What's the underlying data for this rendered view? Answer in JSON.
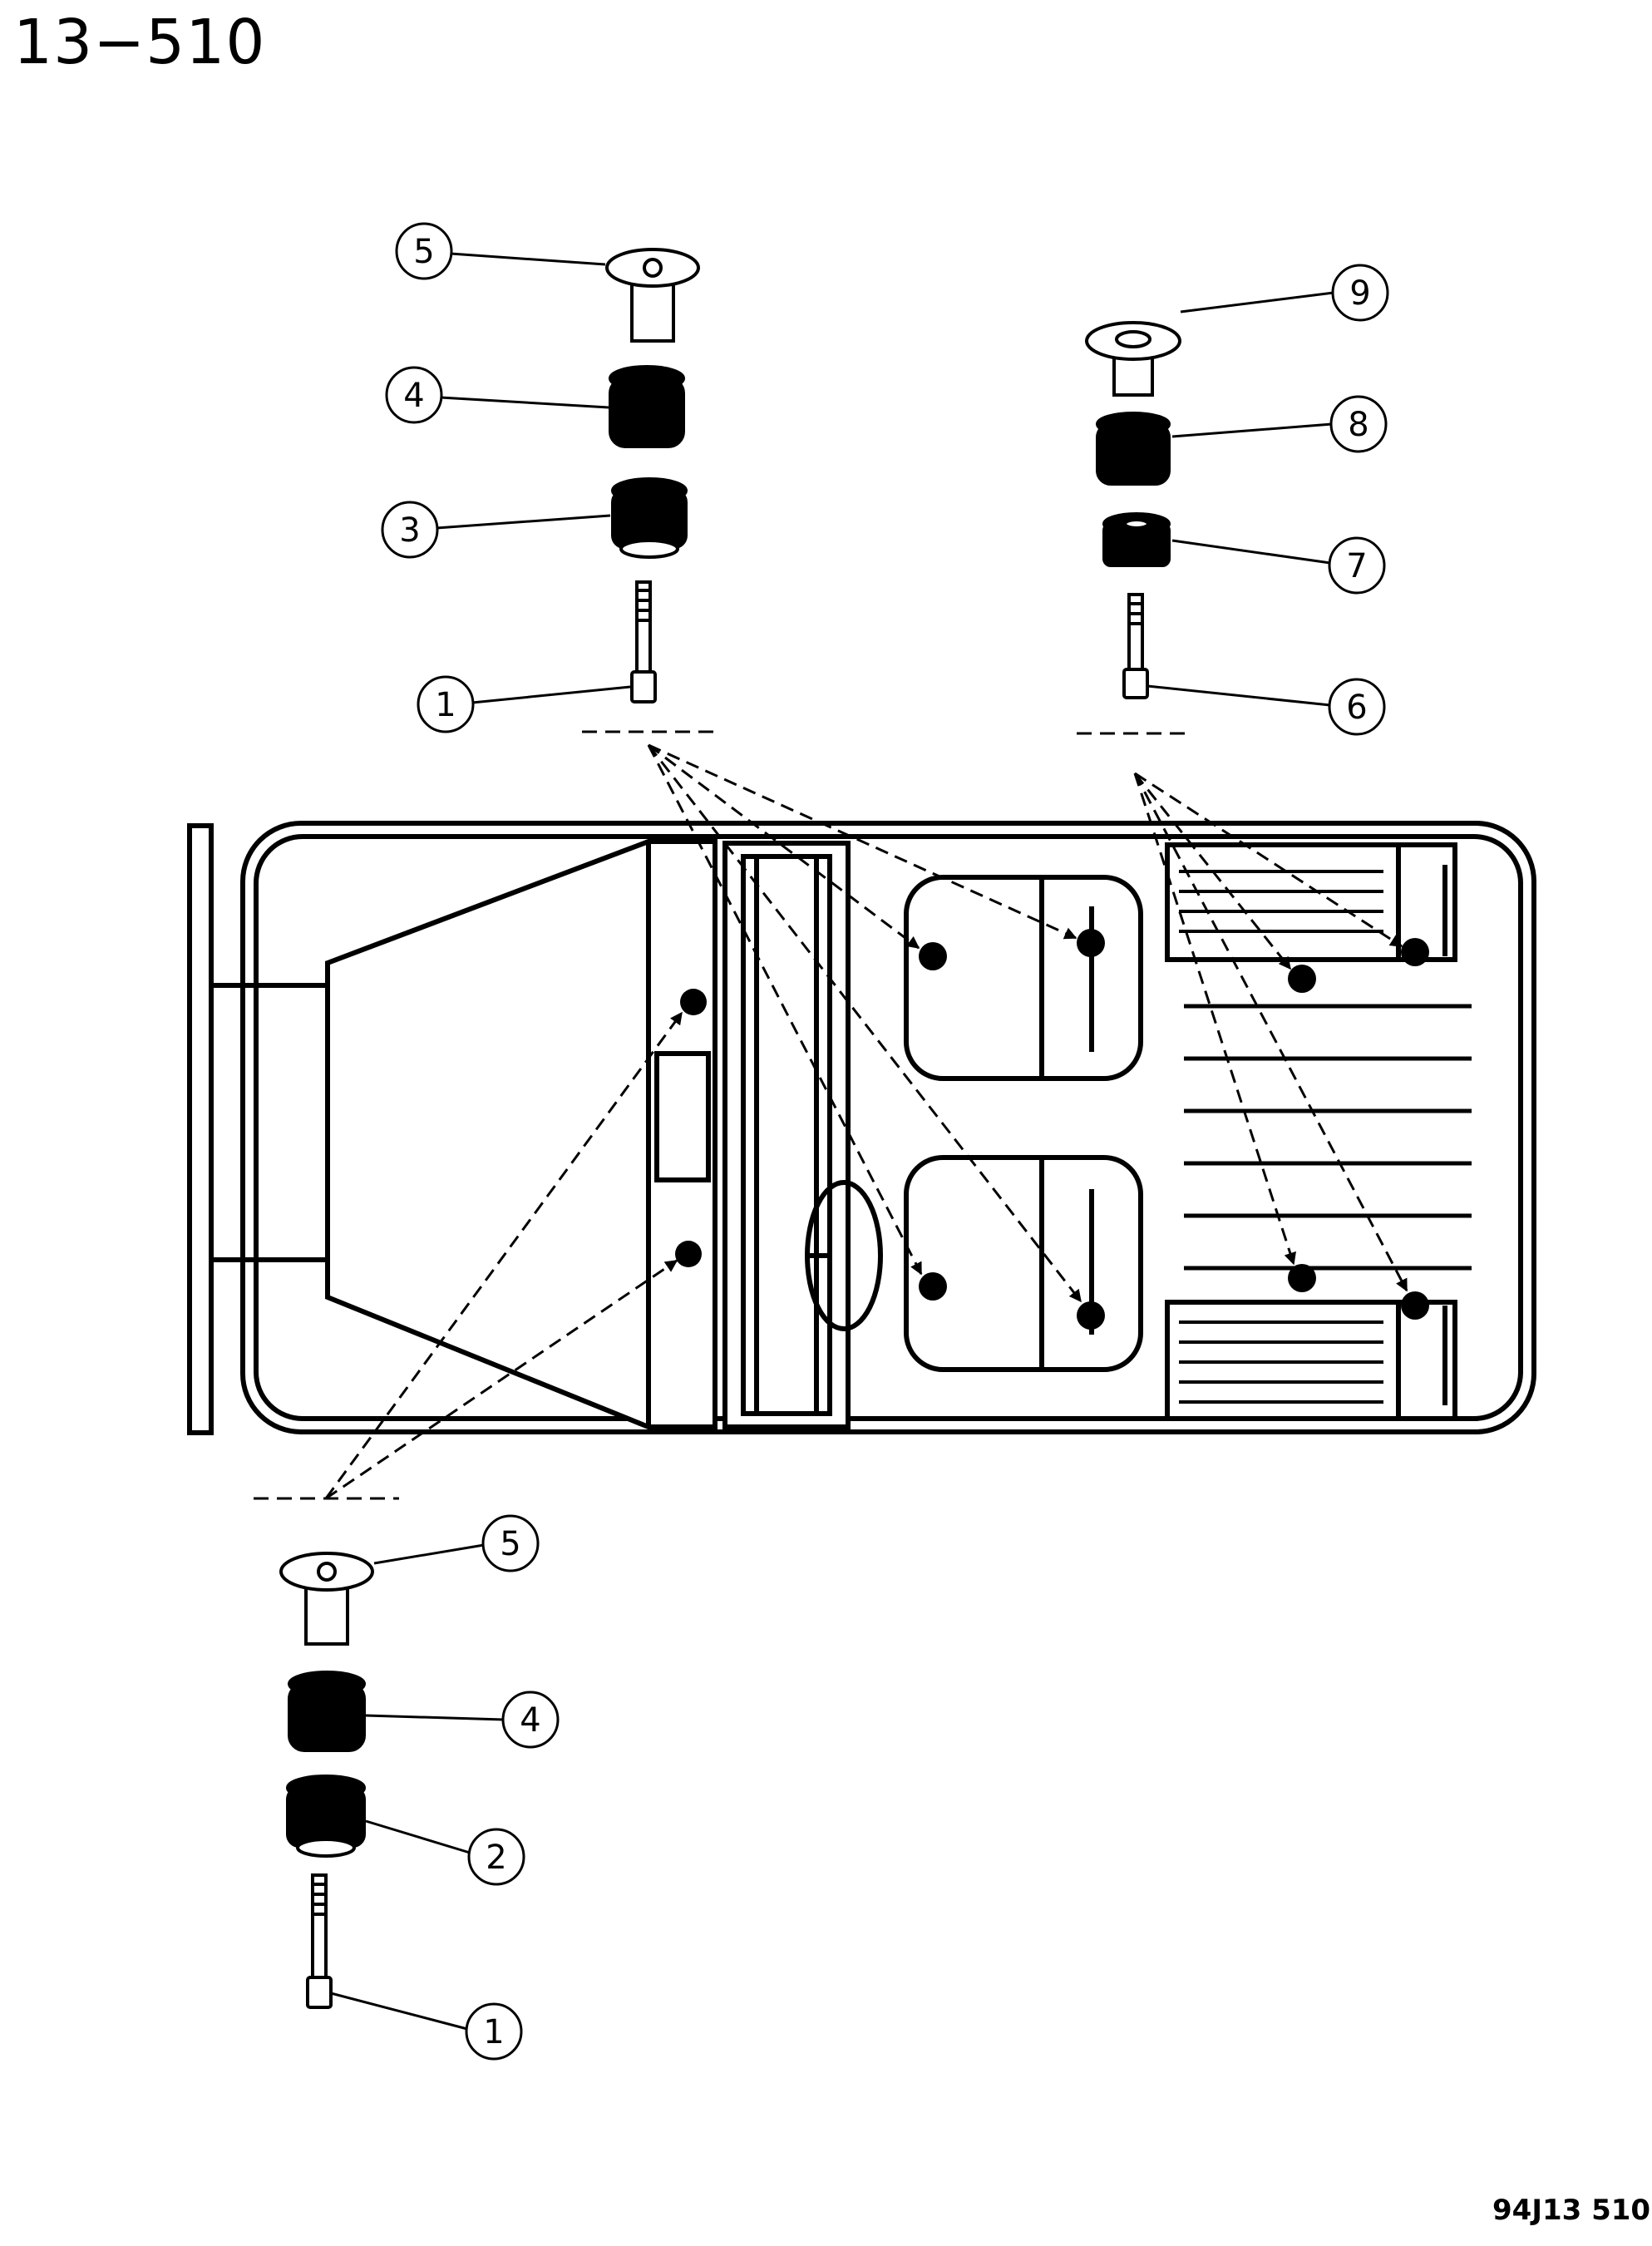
{
  "page": {
    "title": "13−510",
    "figure_code": "94J13  510"
  },
  "callouts": {
    "front_top_5": "5",
    "front_top_4": "4",
    "front_top_3": "3",
    "front_top_1": "1",
    "rear_9": "9",
    "rear_8": "8",
    "rear_7": "7",
    "rear_6": "6",
    "front_low_5": "5",
    "front_low_4": "4",
    "front_low_2": "2",
    "front_low_1": "1"
  },
  "colors": {
    "ink": "#000000",
    "paper": "#ffffff"
  }
}
